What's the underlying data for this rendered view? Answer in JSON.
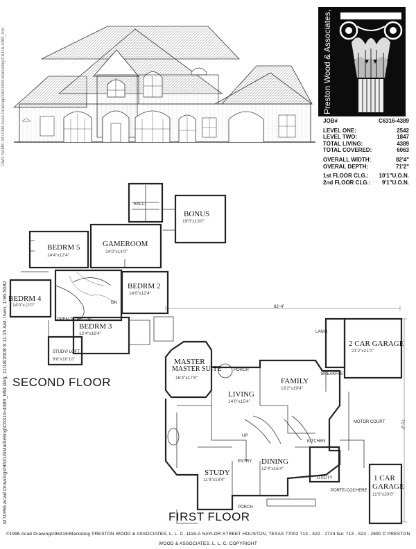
{
  "titleblock": {
    "firm_vertical": "Preston Wood & Associates, L.L.C.",
    "job_label": "JOB#",
    "job_value": "C6316-4389",
    "rows": [
      {
        "label": "LEVEL ONE:",
        "value": "2542"
      },
      {
        "label": "LEVEL TWO:",
        "value": "1847"
      },
      {
        "label": "TOTAL LIVING:",
        "value": "4389"
      },
      {
        "label": "TOTAL COVERED:",
        "value": "6063"
      }
    ],
    "rows2": [
      {
        "label": "OVERALL WIDTH:",
        "value": "82'4\""
      },
      {
        "label": "OVERAL DEPTH:",
        "value": "71'2\""
      }
    ],
    "rows3": [
      {
        "label": "1st FLOOR CLG.:",
        "value": "10'1\"U.O.N."
      },
      {
        "label": "2nd FLOOR CLG.:",
        "value": "9'1\"U.O.N."
      }
    ]
  },
  "side_text": {
    "top_left": "DWG NAME: M:\\1996 Acad Drawings\\96316\\B-Marketing\\C6316-4389_mkt",
    "left_long": "M:\\1996 Acad Drawings\\96316\\Marketing\\C6316-4389_Mkt.dwg, 11/18/2008 8:11:15 AM, Irwin, 1:96.5082"
  },
  "second_floor": {
    "title": "SECOND FLOOR",
    "rooms": {
      "bedrm5": {
        "name": "BEDRM 5",
        "dim": "14'4\"x12'4\""
      },
      "gameroom": {
        "name": "GAMEROOM",
        "dim": "24'0\"x14'0\""
      },
      "bonus": {
        "name": "BONUS",
        "dim": "19'0\"x13'0\""
      },
      "bedrm4": {
        "name": "BEDRM 4",
        "dim": "14'0\"x12'0\""
      },
      "bedrm2": {
        "name": "BEDRM 2",
        "dim": "14'0\"x12'4\""
      },
      "bedrm3": {
        "name": "BEDRM 3",
        "dim": "12'4\"x16'4\""
      },
      "study_loft": {
        "name": "STUDY/ LOFT",
        "dim": "9'6\"x10'10\""
      }
    },
    "labels": {
      "balc": "BALC.",
      "open_below": "OPEN TO BELOW",
      "dn": "DN"
    }
  },
  "first_floor": {
    "title": "FIRST FLOOR",
    "overall_width_dim": "82'-4\"",
    "overall_depth_dim": "71'-2\"",
    "rooms": {
      "master": {
        "name": "MASTER SUITE",
        "dim": "16'4\"x17'8\""
      },
      "living": {
        "name": "LIVING",
        "dim": "14'0\"x15'4\""
      },
      "family": {
        "name": "FAMILY",
        "dim": "19'2\"x19'4\""
      },
      "garage2": {
        "name": "2 CAR GARAGE",
        "dim": "21'2\"x21'0\""
      },
      "dining": {
        "name": "DINING",
        "dim": "12'4\"x16'4\""
      },
      "study": {
        "name": "STUDY",
        "dim": "11'4\"x14'4\""
      },
      "garage1": {
        "name": "1 CAR GARAGE",
        "dim": "11'0\"x20'0\""
      }
    },
    "labels": {
      "porch_top": "PORCH",
      "lanai": "LANAI",
      "breakfast": "BREAKFAST",
      "motor_court": "MOTOR COURT",
      "kitchen": "KITCHEN",
      "utility": "UTILITY",
      "entry": "ENTRY",
      "porch_bottom": "PORCH",
      "porte": "PORTE-COCHERE",
      "up": "UP"
    }
  },
  "footer": "©1996 Acad Drawings\\96316\\Marketing  PRESTON WOOD & ASSOCIATES, L. L. C.   1116-A NAYLOR STREET   HOUSTON, TEXAS 77002   713 - 522 - 2724   fax: 713 - 523 - 2690 © PRESTON WOOD & ASSOCIATES, L. L. C. COPYRIGHT"
}
